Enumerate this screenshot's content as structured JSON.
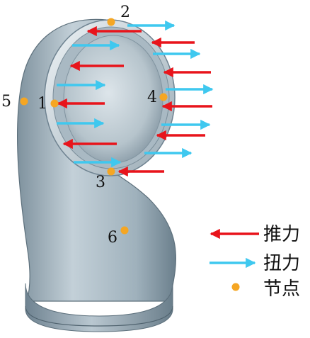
{
  "colors": {
    "push_arrow": "#e8141b",
    "torque_arrow": "#3fc8ef",
    "node_dot": "#f5a623",
    "body_light": "#b8c6cf",
    "body_dark": "#6f8491"
  },
  "nodes": [
    {
      "id": "1",
      "label": "1"
    },
    {
      "id": "2",
      "label": "2"
    },
    {
      "id": "3",
      "label": "3"
    },
    {
      "id": "4",
      "label": "4"
    },
    {
      "id": "5",
      "label": "5"
    },
    {
      "id": "6",
      "label": "6"
    }
  ],
  "legend": {
    "push": {
      "icon": "red-arrow-left-icon",
      "label": "推力"
    },
    "torque": {
      "icon": "cyan-arrow-right-icon",
      "label": "扭力"
    },
    "node": {
      "icon": "orange-dot-icon",
      "label": "节点"
    }
  }
}
